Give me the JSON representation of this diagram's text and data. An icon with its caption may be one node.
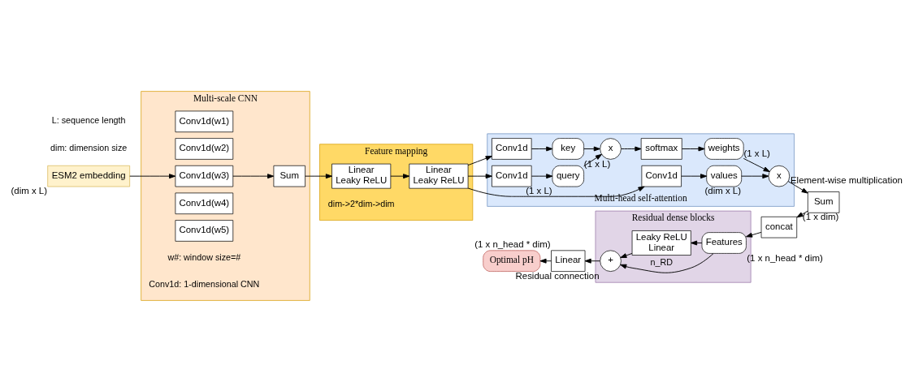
{
  "diagram": {
    "nodes": [
      {
        "text": [
          "ESM2 embedding"
        ],
        "beside": [
          "(dim x L)"
        ]
      },
      {
        "text": [
          "Multi-scale CNN"
        ]
      },
      {
        "text": [
          "Conv1d(w1)"
        ],
        "in": 1
      },
      {
        "text": [
          "Conv1d(w2)"
        ],
        "in": 1
      },
      {
        "text": [
          "Conv1d(w3)"
        ],
        "in": 1
      },
      {
        "text": [
          "Conv1d(w4)"
        ],
        "in": 1
      },
      {
        "text": [
          "Conv1d(w5)"
        ],
        "in": 1
      },
      {
        "text": [
          "Sum"
        ],
        "in": 1
      },
      {
        "text": [
          "Feature mapping"
        ]
      },
      {
        "text": [
          "Linear",
          "Leaky ReLU"
        ],
        "in": 8
      },
      {
        "text": [
          "Linear",
          "Leaky ReLU"
        ],
        "in": 8
      },
      {
        "text": [
          "Multi-head self-attention"
        ]
      },
      {
        "text": [
          "Conv1d"
        ],
        "in": 11
      },
      {
        "text": [
          "key"
        ],
        "in": 11,
        "beside": [
          "(1 x L)"
        ]
      },
      {
        "text": [
          "Conv1d"
        ],
        "in": 11
      },
      {
        "text": [
          "query"
        ],
        "in": 11,
        "beside": [
          "(1 x L)"
        ]
      },
      {
        "text": [
          "x"
        ],
        "in": 11
      },
      {
        "text": [
          "softmax"
        ],
        "in": 11
      },
      {
        "text": [
          "weights"
        ],
        "in": 11,
        "beside": [
          "(1 x L)"
        ]
      },
      {
        "text": [
          "Conv1d"
        ],
        "in": 11
      },
      {
        "text": [
          "values"
        ],
        "in": 11,
        "beside": [
          "(dim x L)"
        ]
      },
      {
        "text": [
          "x"
        ],
        "in": 11,
        "beside": [
          "Element-wise multiplication"
        ]
      },
      {
        "text": [
          "Sum"
        ],
        "beside": [
          "(1 x dim)"
        ]
      },
      {
        "text": [
          "concat"
        ]
      },
      {
        "text": [
          "Residual dense blocks"
        ]
      },
      {
        "text": [
          "Features"
        ],
        "in": 24,
        "beside": [
          "(1 x n_head * dim)"
        ]
      },
      {
        "text": [
          "Leaky ReLU",
          "Linear"
        ],
        "in": 24
      },
      {
        "text": [
          "+"
        ],
        "in": 24,
        "beside": [
          "Residual connection"
        ]
      },
      {
        "text": [
          "Linear"
        ],
        "beside": [
          "(1 x n_head * dim)"
        ]
      },
      {
        "text": [
          "Optimal pH"
        ]
      }
    ],
    "edges": [
      {
        "from": 0,
        "to": 4,
        "arrow": "to"
      },
      {
        "from": 4,
        "to": 7,
        "arrow": "to"
      },
      {
        "from": 7,
        "to": 9,
        "arrow": "to"
      },
      {
        "from": 9,
        "to": 10,
        "arrow": "to"
      },
      {
        "from": 10,
        "to": 12,
        "arrow": "to"
      },
      {
        "from": 10,
        "to": 14,
        "arrow": "to"
      },
      {
        "from": 10,
        "to": 19,
        "arrow": "to"
      },
      {
        "from": 12,
        "to": 13,
        "arrow": "to"
      },
      {
        "from": 14,
        "to": 15,
        "arrow": "to"
      },
      {
        "from": 13,
        "to": 16,
        "arrow": "to"
      },
      {
        "from": 15,
        "to": 16,
        "arrow": "to"
      },
      {
        "from": 16,
        "to": 17,
        "arrow": "to"
      },
      {
        "from": 17,
        "to": 18,
        "arrow": "to"
      },
      {
        "from": 18,
        "to": 21,
        "arrow": "to"
      },
      {
        "from": 19,
        "to": 20,
        "arrow": "to"
      },
      {
        "from": 20,
        "to": 21,
        "arrow": "to"
      },
      {
        "from": 21,
        "to": 22,
        "arrow": "to"
      },
      {
        "from": 22,
        "to": 23,
        "arrow": "to"
      },
      {
        "from": 23,
        "to": 25,
        "arrow": "to"
      },
      {
        "from": 25,
        "to": 26,
        "arrow": "to"
      },
      {
        "from": 25,
        "to": 27,
        "arrow": "to",
        "label": "n_RD"
      },
      {
        "from": 26,
        "to": 27,
        "arrow": "to"
      },
      {
        "from": 27,
        "to": 28,
        "arrow": "to"
      },
      {
        "from": 28,
        "to": 29,
        "arrow": "to"
      }
    ],
    "labels": [
      "dim: dimension size",
      "L: sequence length",
      "w#: window size=#",
      "Conv1d: 1-dimensional CNN",
      "dim->2*dim->dim"
    ]
  }
}
